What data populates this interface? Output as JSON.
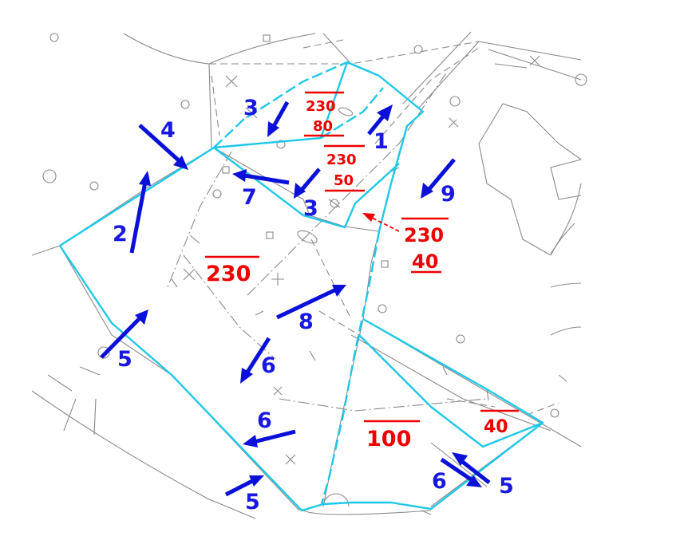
{
  "colors": {
    "boundary": "#1ec8ea",
    "arrow": "#0a10d8",
    "arrow_label": "#1818e0",
    "fraction": "#ee0000",
    "basemap": "#8a8a8a"
  },
  "arrow_labels": [
    {
      "id": "1",
      "text": "1"
    },
    {
      "id": "2",
      "text": "2"
    },
    {
      "id": "3a",
      "text": "3"
    },
    {
      "id": "3b",
      "text": "3"
    },
    {
      "id": "4",
      "text": "4"
    },
    {
      "id": "5a",
      "text": "5"
    },
    {
      "id": "5b",
      "text": "5"
    },
    {
      "id": "5c",
      "text": "5"
    },
    {
      "id": "6a",
      "text": "6"
    },
    {
      "id": "6b",
      "text": "6"
    },
    {
      "id": "6c",
      "text": "6"
    },
    {
      "id": "7",
      "text": "7"
    },
    {
      "id": "8",
      "text": "8"
    },
    {
      "id": "9",
      "text": "9"
    }
  ],
  "zone_values": [
    {
      "id": "v230-80-top",
      "text": "230"
    },
    {
      "id": "v230-80-bottom",
      "text": "80"
    },
    {
      "id": "v230-50-top",
      "text": "230"
    },
    {
      "id": "v230-50-bottom",
      "text": "50"
    },
    {
      "id": "v230-40-top",
      "text": "230"
    },
    {
      "id": "v230-40-bottom",
      "text": "40"
    },
    {
      "id": "v230-main",
      "text": "230"
    },
    {
      "id": "v100",
      "text": "100"
    },
    {
      "id": "v40",
      "text": "40"
    }
  ]
}
